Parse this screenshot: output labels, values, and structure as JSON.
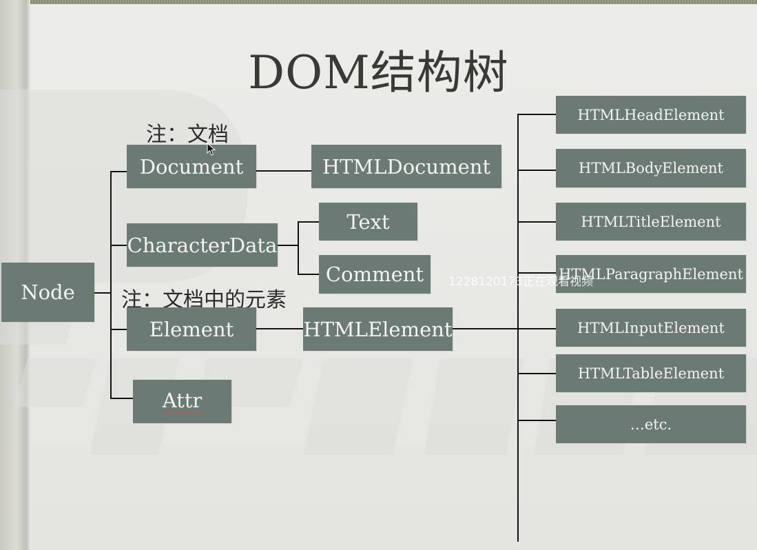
{
  "title": "DOM结构树",
  "notes": {
    "document_note": "注：文档",
    "element_note": "注：文档中的元素"
  },
  "nodes": {
    "node": "Node",
    "document": "Document",
    "html_document": "HTMLDocument",
    "character_data": "CharacterData",
    "text": "Text",
    "comment": "Comment",
    "element": "Element",
    "html_element": "HTMLElement",
    "attr": "Attr"
  },
  "html_subtypes": [
    "HTMLHeadElement",
    "HTMLBodyElement",
    "HTMLTitleElement",
    "HTMLParagraphElement",
    "HTMLInputElement",
    "HTMLTableElement",
    "…etc."
  ],
  "viewer_watermark": "1228120173正在观看视频",
  "colors": {
    "box_fill": "#6b7a74",
    "box_text": "#f4f4f0",
    "connector": "#111111",
    "slide_background": "#e9e9e6"
  }
}
